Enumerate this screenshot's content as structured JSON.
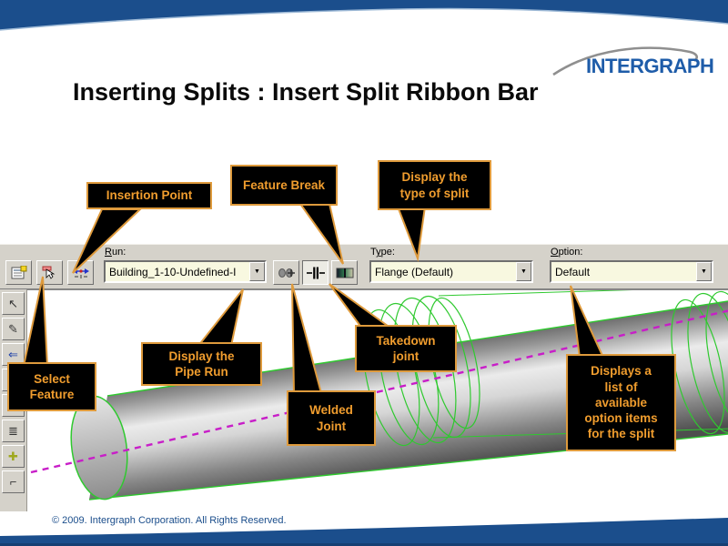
{
  "slide": {
    "title": "Inserting Splits : Insert Split Ribbon Bar",
    "logo_text": "INTERGRAPH",
    "copyright": "© 2009.  Intergraph Corporation. All Rights Reserved."
  },
  "colors": {
    "banner_blue": "#1B4E8C",
    "callout_orange_text": "#F09D2E",
    "callout_orange_border": "#DE9A3C",
    "combo_background": "#F8F8E0",
    "pipe_green": "#2FC92F",
    "centerline_magenta": "#C81EC8",
    "logo_blue": "#1E5CA9"
  },
  "ribbon": {
    "run": {
      "label_pre": "",
      "label_key": "R",
      "label_post": "un:",
      "value": "Building_1-10-Undefined-I"
    },
    "type": {
      "label_pre": "T",
      "label_key": "y",
      "label_post": "pe:",
      "value": "Flange (Default)"
    },
    "option": {
      "label_pre": "",
      "label_key": "O",
      "label_post": "ption:",
      "value": "Default"
    },
    "combo_arrow_glyph": "▼"
  },
  "left_toolbar": {
    "icons": [
      {
        "name": "select-cursor-icon",
        "glyph": "↖"
      },
      {
        "name": "route-pen-icon",
        "glyph": "✎"
      },
      {
        "name": "insert-branch-icon",
        "glyph": "⇐"
      },
      {
        "name": "component-icon",
        "glyph": "▣"
      },
      {
        "name": "spool-icon",
        "glyph": "▤"
      },
      {
        "name": "insulation-stack-icon",
        "glyph": "≣"
      },
      {
        "name": "equipment-icon",
        "glyph": "✚"
      },
      {
        "name": "support-icon",
        "glyph": "⌐"
      }
    ]
  },
  "callouts": [
    {
      "id": "insertion-point",
      "text": "Insertion Point"
    },
    {
      "id": "feature-break",
      "text": "Feature Break"
    },
    {
      "id": "display-type",
      "text": "Display the\ntype of split"
    },
    {
      "id": "display-pipe-run",
      "text": "Display the\nPipe Run"
    },
    {
      "id": "select-feature",
      "text": "Select\nFeature"
    },
    {
      "id": "welded-joint",
      "text": "Welded\nJoint"
    },
    {
      "id": "takedown-joint",
      "text": "Takedown\njoint"
    },
    {
      "id": "displays-options",
      "text": "Displays a\nlist of\navailable\noption items\nfor the split"
    }
  ]
}
